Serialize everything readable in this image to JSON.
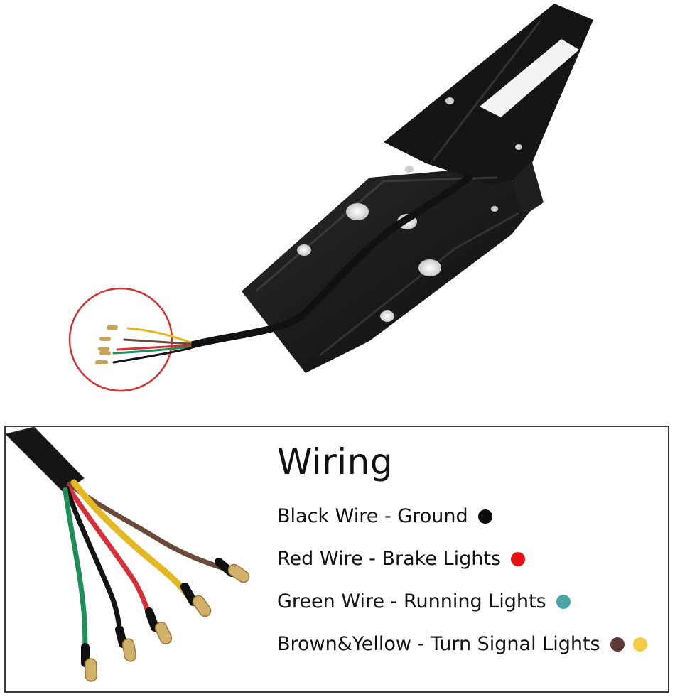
{
  "legend": {
    "title": "Wiring",
    "items": [
      {
        "label": "Black Wire - Ground",
        "colors": [
          "#0a0a0a"
        ]
      },
      {
        "label": "Red Wire - Brake Lights",
        "colors": [
          "#e81010"
        ]
      },
      {
        "label": "Green Wire - Running Lights",
        "colors": [
          "#4aa6a6"
        ]
      },
      {
        "label": "Brown&Yellow - Turn Signal Lights",
        "colors": [
          "#5a3a34",
          "#f5cc40"
        ]
      }
    ]
  },
  "wire_colors": {
    "black": "#141414",
    "red": "#d8303a",
    "green": "#1f8f5a",
    "yellow": "#e6b820",
    "brown": "#6b4a3a"
  },
  "highlight_color": "#d63030"
}
